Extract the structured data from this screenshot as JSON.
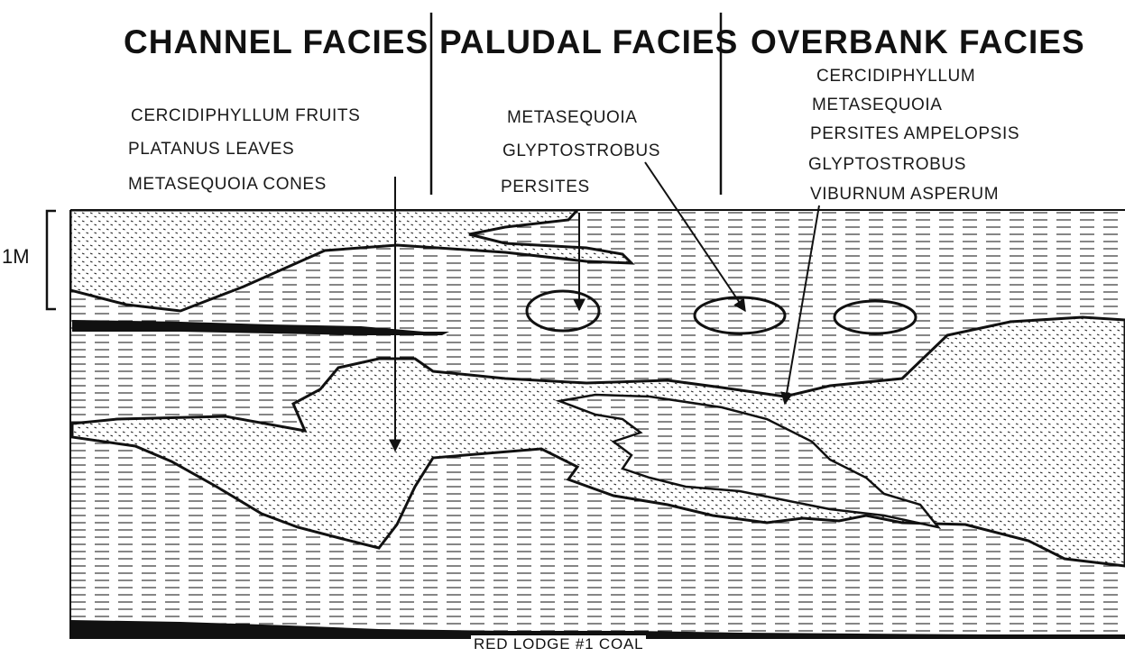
{
  "headings": {
    "channel": "CHANNEL FACIES",
    "paludal": "PALUDAL FACIES",
    "overbank": "OVERBANK FACIES"
  },
  "channel_taxa": [
    "CERCIDIPHYLLUM FRUITS",
    "PLATANUS LEAVES",
    "METASEQUOIA  CONES"
  ],
  "paludal_taxa": [
    "METASEQUOIA",
    "GLYPTOSTROBUS",
    "PERSITES"
  ],
  "overbank_taxa": [
    "CERCIDIPHYLLUM",
    "METASEQUOIA",
    "PERSITES  AMPELOPSIS",
    "GLYPTOSTROBUS",
    "VIBURNUM ASPERUM"
  ],
  "scale_label": "1M",
  "coal_label": "RED LODGE #1 COAL",
  "colors": {
    "ink": "#111111",
    "paper": "#ffffff"
  }
}
